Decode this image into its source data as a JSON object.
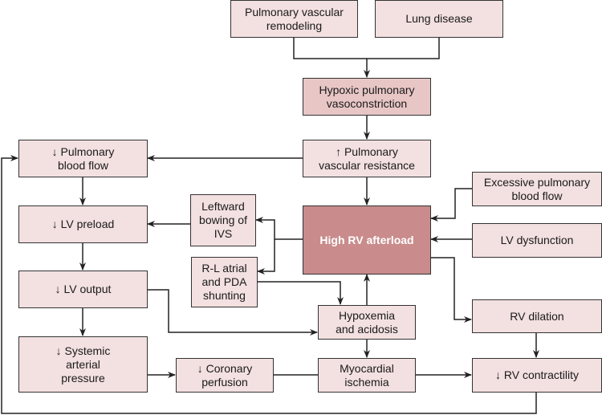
{
  "diagram": {
    "type": "flowchart",
    "colors": {
      "box_fill": "#f3e0e0",
      "box_fill_medium": "#e8c6c6",
      "key_box_fill": "#c98b8b",
      "key_box_text": "#ffffff",
      "line": "#222222"
    },
    "nodes": {
      "pulmonary_vascular_remodeling": "Pulmonary vascular\nremodeling",
      "lung_disease": "Lung disease",
      "hypoxic_pulmonary_vasoconstriction": "Hypoxic pulmonary\nvasoconstriction",
      "increased_pulmonary_vascular_resistance": "↑ Pulmonary\nvascular resistance",
      "decreased_pulmonary_blood_flow": "↓ Pulmonary\nblood flow",
      "decreased_lv_preload": "↓ LV preload",
      "leftward_bowing_ivs": "Leftward\nbowing of\nIVS",
      "rl_atrial_pda_shunting": "R-L atrial\nand PDA\nshunting",
      "high_rv_afterload": "High RV afterload",
      "excessive_pulmonary_blood_flow": "Excessive pulmonary\nblood flow",
      "lv_dysfunction": "LV dysfunction",
      "decreased_lv_output": "↓ LV output",
      "hypoxemia_acidosis": "Hypoxemia\nand acidosis",
      "rv_dilation": "RV dilation",
      "decreased_systemic_arterial_pressure": "↓ Systemic\narterial\npressure",
      "decreased_coronary_perfusion": "↓ Coronary\nperfusion",
      "myocardial_ischemia": "Myocardial\nischemia",
      "decreased_rv_contractility": "↓ RV contractility"
    },
    "edges": [
      [
        "pulmonary_vascular_remodeling",
        "hypoxic_pulmonary_vasoconstriction"
      ],
      [
        "lung_disease",
        "hypoxic_pulmonary_vasoconstriction"
      ],
      [
        "hypoxic_pulmonary_vasoconstriction",
        "increased_pulmonary_vascular_resistance"
      ],
      [
        "increased_pulmonary_vascular_resistance",
        "decreased_pulmonary_blood_flow"
      ],
      [
        "increased_pulmonary_vascular_resistance",
        "high_rv_afterload"
      ],
      [
        "decreased_pulmonary_blood_flow",
        "decreased_lv_preload"
      ],
      [
        "leftward_bowing_ivs",
        "decreased_lv_preload"
      ],
      [
        "high_rv_afterload",
        "leftward_bowing_ivs"
      ],
      [
        "high_rv_afterload",
        "rl_atrial_pda_shunting"
      ],
      [
        "rl_atrial_pda_shunting",
        "hypoxemia_acidosis"
      ],
      [
        "excessive_pulmonary_blood_flow",
        "high_rv_afterload"
      ],
      [
        "lv_dysfunction",
        "high_rv_afterload"
      ],
      [
        "high_rv_afterload",
        "rv_dilation"
      ],
      [
        "decreased_lv_preload",
        "decreased_lv_output"
      ],
      [
        "decreased_lv_output",
        "hypoxemia_acidosis"
      ],
      [
        "hypoxemia_acidosis",
        "high_rv_afterload"
      ],
      [
        "hypoxemia_acidosis",
        "myocardial_ischemia"
      ],
      [
        "decreased_lv_output",
        "decreased_systemic_arterial_pressure"
      ],
      [
        "decreased_systemic_arterial_pressure",
        "decreased_coronary_perfusion"
      ],
      [
        "decreased_coronary_perfusion",
        "myocardial_ischemia"
      ],
      [
        "myocardial_ischemia",
        "decreased_rv_contractility"
      ],
      [
        "rv_dilation",
        "decreased_rv_contractility"
      ],
      [
        "decreased_rv_contractility",
        "decreased_pulmonary_blood_flow"
      ]
    ]
  }
}
